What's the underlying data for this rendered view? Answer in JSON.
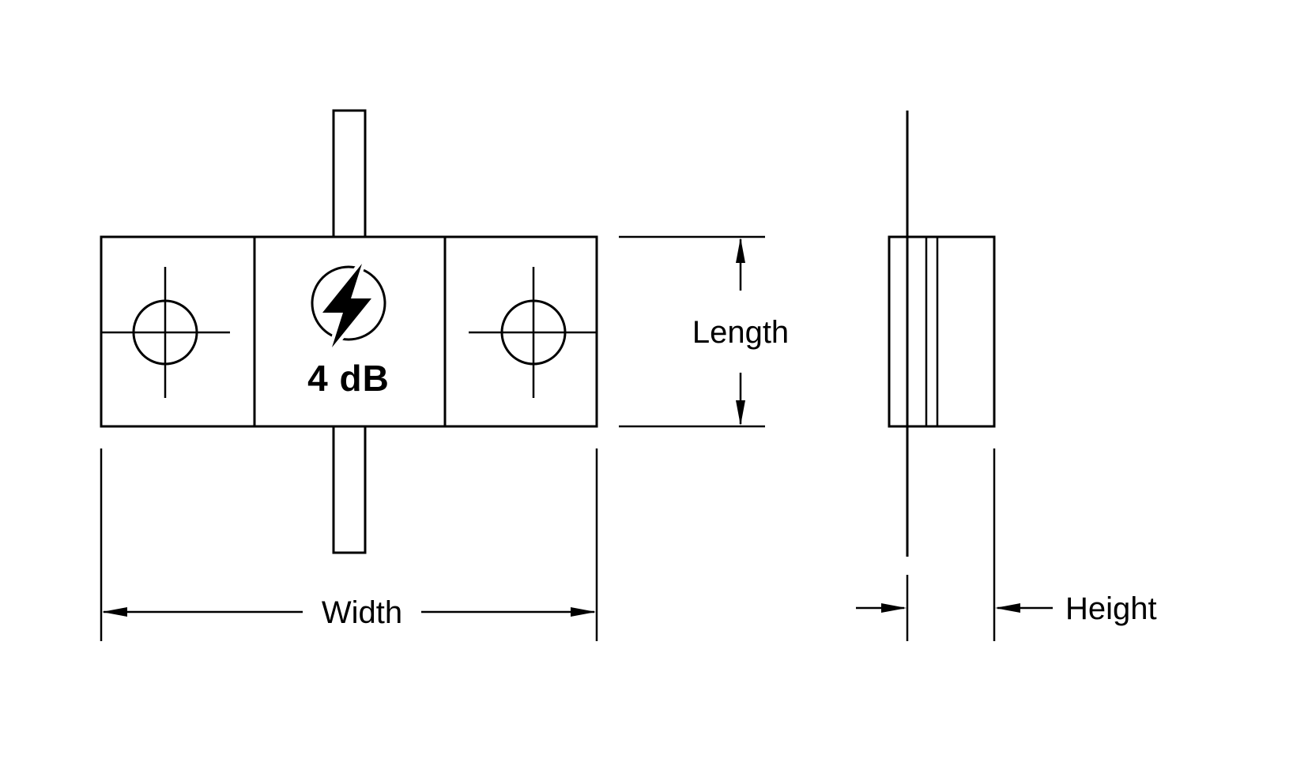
{
  "drawing": {
    "attenuation_label": "4 dB",
    "dimensions": {
      "length_label": "Length",
      "width_label": "Width",
      "height_label": "Height"
    },
    "icon": {
      "lightning": "lightning-bolt-icon",
      "glyph": "⚡"
    },
    "colors": {
      "line": "#000000",
      "background": "#ffffff"
    }
  }
}
